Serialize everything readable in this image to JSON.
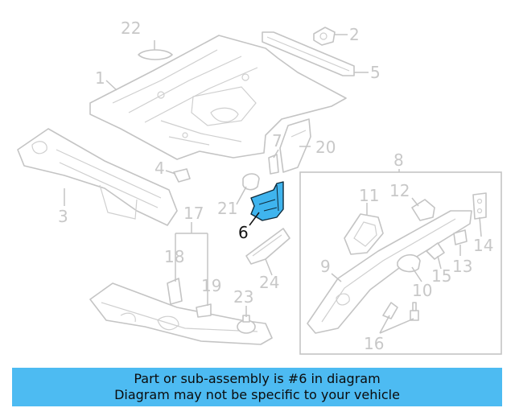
{
  "diagram": {
    "highlight_color": "#3fb4ee",
    "callouts": {
      "c1": "1",
      "c2": "2",
      "c3": "3",
      "c4": "4",
      "c5": "5",
      "c6": "6",
      "c7": "7",
      "c8": "8",
      "c9": "9",
      "c10": "10",
      "c11": "11",
      "c12": "12",
      "c13": "13",
      "c14": "14",
      "c15": "15",
      "c16": "16",
      "c17": "17",
      "c18": "18",
      "c19": "19",
      "c20": "20",
      "c21": "21",
      "c22": "22",
      "c23": "23",
      "c24": "24"
    }
  },
  "banner": {
    "color": "#4dbbf2",
    "line1": "Part or sub-assembly is #6 in diagram",
    "line2": "Diagram may not be specific to your vehicle"
  }
}
